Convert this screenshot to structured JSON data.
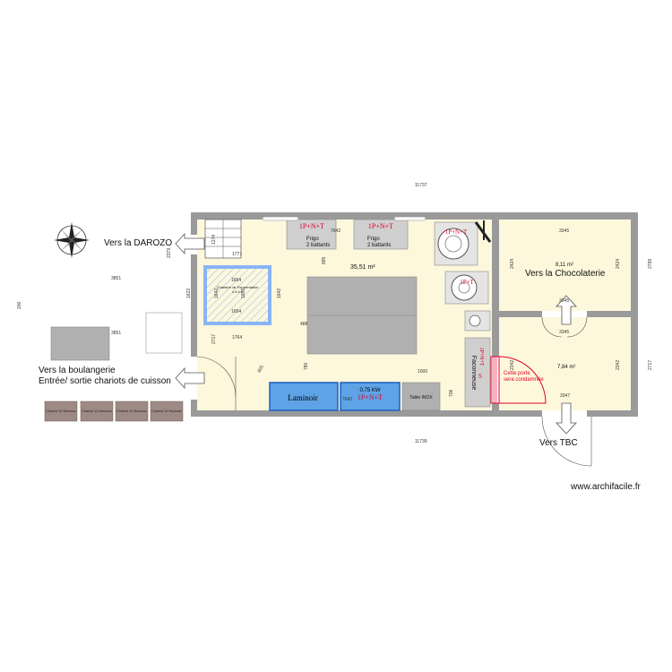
{
  "labels": {
    "top_overall": "11737",
    "bottom_overall": "11739",
    "vers_darozo": "Vers la DAROZO",
    "vers_boulangerie": "Vers la boulangerie",
    "entree_sortie": "Entrée/ sortie chariots de cuisson",
    "vers_chocolaterie": "Vers la Chocolaterie",
    "vers_tbc": "Vers TBC",
    "watermark": "www.archifacile.fr",
    "area_main": "35,51 m²",
    "area_choco": "8,11 m²",
    "area_small": "7,84 m²",
    "frigo1_code": "1P+N+T",
    "frigo1_l1": "Frigo",
    "frigo1_l2": "2 battants",
    "frigo2_code": "1P+N+T",
    "frigo2_l1": "Frigo",
    "frigo2_l2": "2 battants",
    "machine_code": "1P+N+T",
    "mixer_code": "1P+T",
    "laminoir": "Laminoir",
    "laminoir_power": "0,75 KW",
    "laminoir_code": "1P+N+T",
    "table_inox": "Table INOX",
    "faconneuse": "Faconneuse",
    "faconneuse_code": "1P+N+T",
    "small_s": "S",
    "chambre_l1": "Chambre de Fermentation",
    "chambre_l2": "4 à 4.0",
    "cette_porte_l1": "Cette porte",
    "cette_porte_l2": "sera condamnée",
    "chariot_label": "Chariot 12 Niveaux",
    "dims": {
      "d_3851_a": "3851",
      "d_3851_b": "3851",
      "d_200": "200",
      "d_2379": "2379",
      "d_1274": "1274",
      "d_1771": "1771",
      "d_7642_a": "7642",
      "d_7642_b": "7642",
      "d_895": "895",
      "d_1654_a": "1654",
      "d_1654_b": "1654",
      "d_1642_a": "1642",
      "d_1642_b": "1642",
      "d_1622": "1622",
      "d_1602": "1602",
      "d_488": "488",
      "d_2717_a": "2717",
      "d_2717_b": "2717",
      "d_1764": "1764",
      "d_780": "780",
      "d_1000": "1000",
      "d_706": "706",
      "d_825": "825",
      "d_3345_a": "3345",
      "d_3345_b": "3345",
      "d_3345_c": "3345",
      "d_2424_a": "2424",
      "d_2424_b": "2424",
      "d_2799": "2799",
      "d_2342_a": "2342",
      "d_2342_b": "2342",
      "d_3347": "3347"
    }
  },
  "colors": {
    "wall": "#9a9a9a",
    "floor": "#fdf8dc",
    "fridge": "#cfcfcf",
    "table": "#b0b0b0",
    "laminoir": "#5ea3e6",
    "laminoir_border": "#1f5fbf",
    "chambre": "#8ab4f8",
    "red": "#e0002a",
    "chariot": "#9e8a84"
  }
}
